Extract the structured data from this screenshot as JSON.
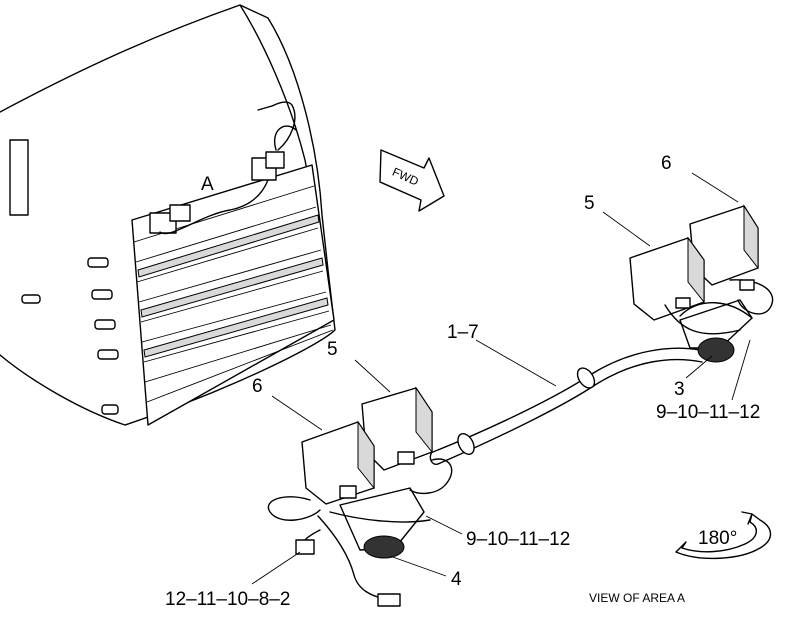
{
  "callouts": {
    "area": "A",
    "fwd": "FWD",
    "cable": "1–7",
    "lamp_5_right": "5",
    "lamp_6_right": "6",
    "bracket_3": "3",
    "hardware_right": "9–10–11–12",
    "lamp_5_left": "5",
    "lamp_6_left": "6",
    "hardware_left": "9–10–11–12",
    "bracket_4": "4",
    "hardware_bottom": "12–11–10–8–2",
    "rotation": "180°",
    "view_caption": "VIEW OF AREA  A"
  }
}
